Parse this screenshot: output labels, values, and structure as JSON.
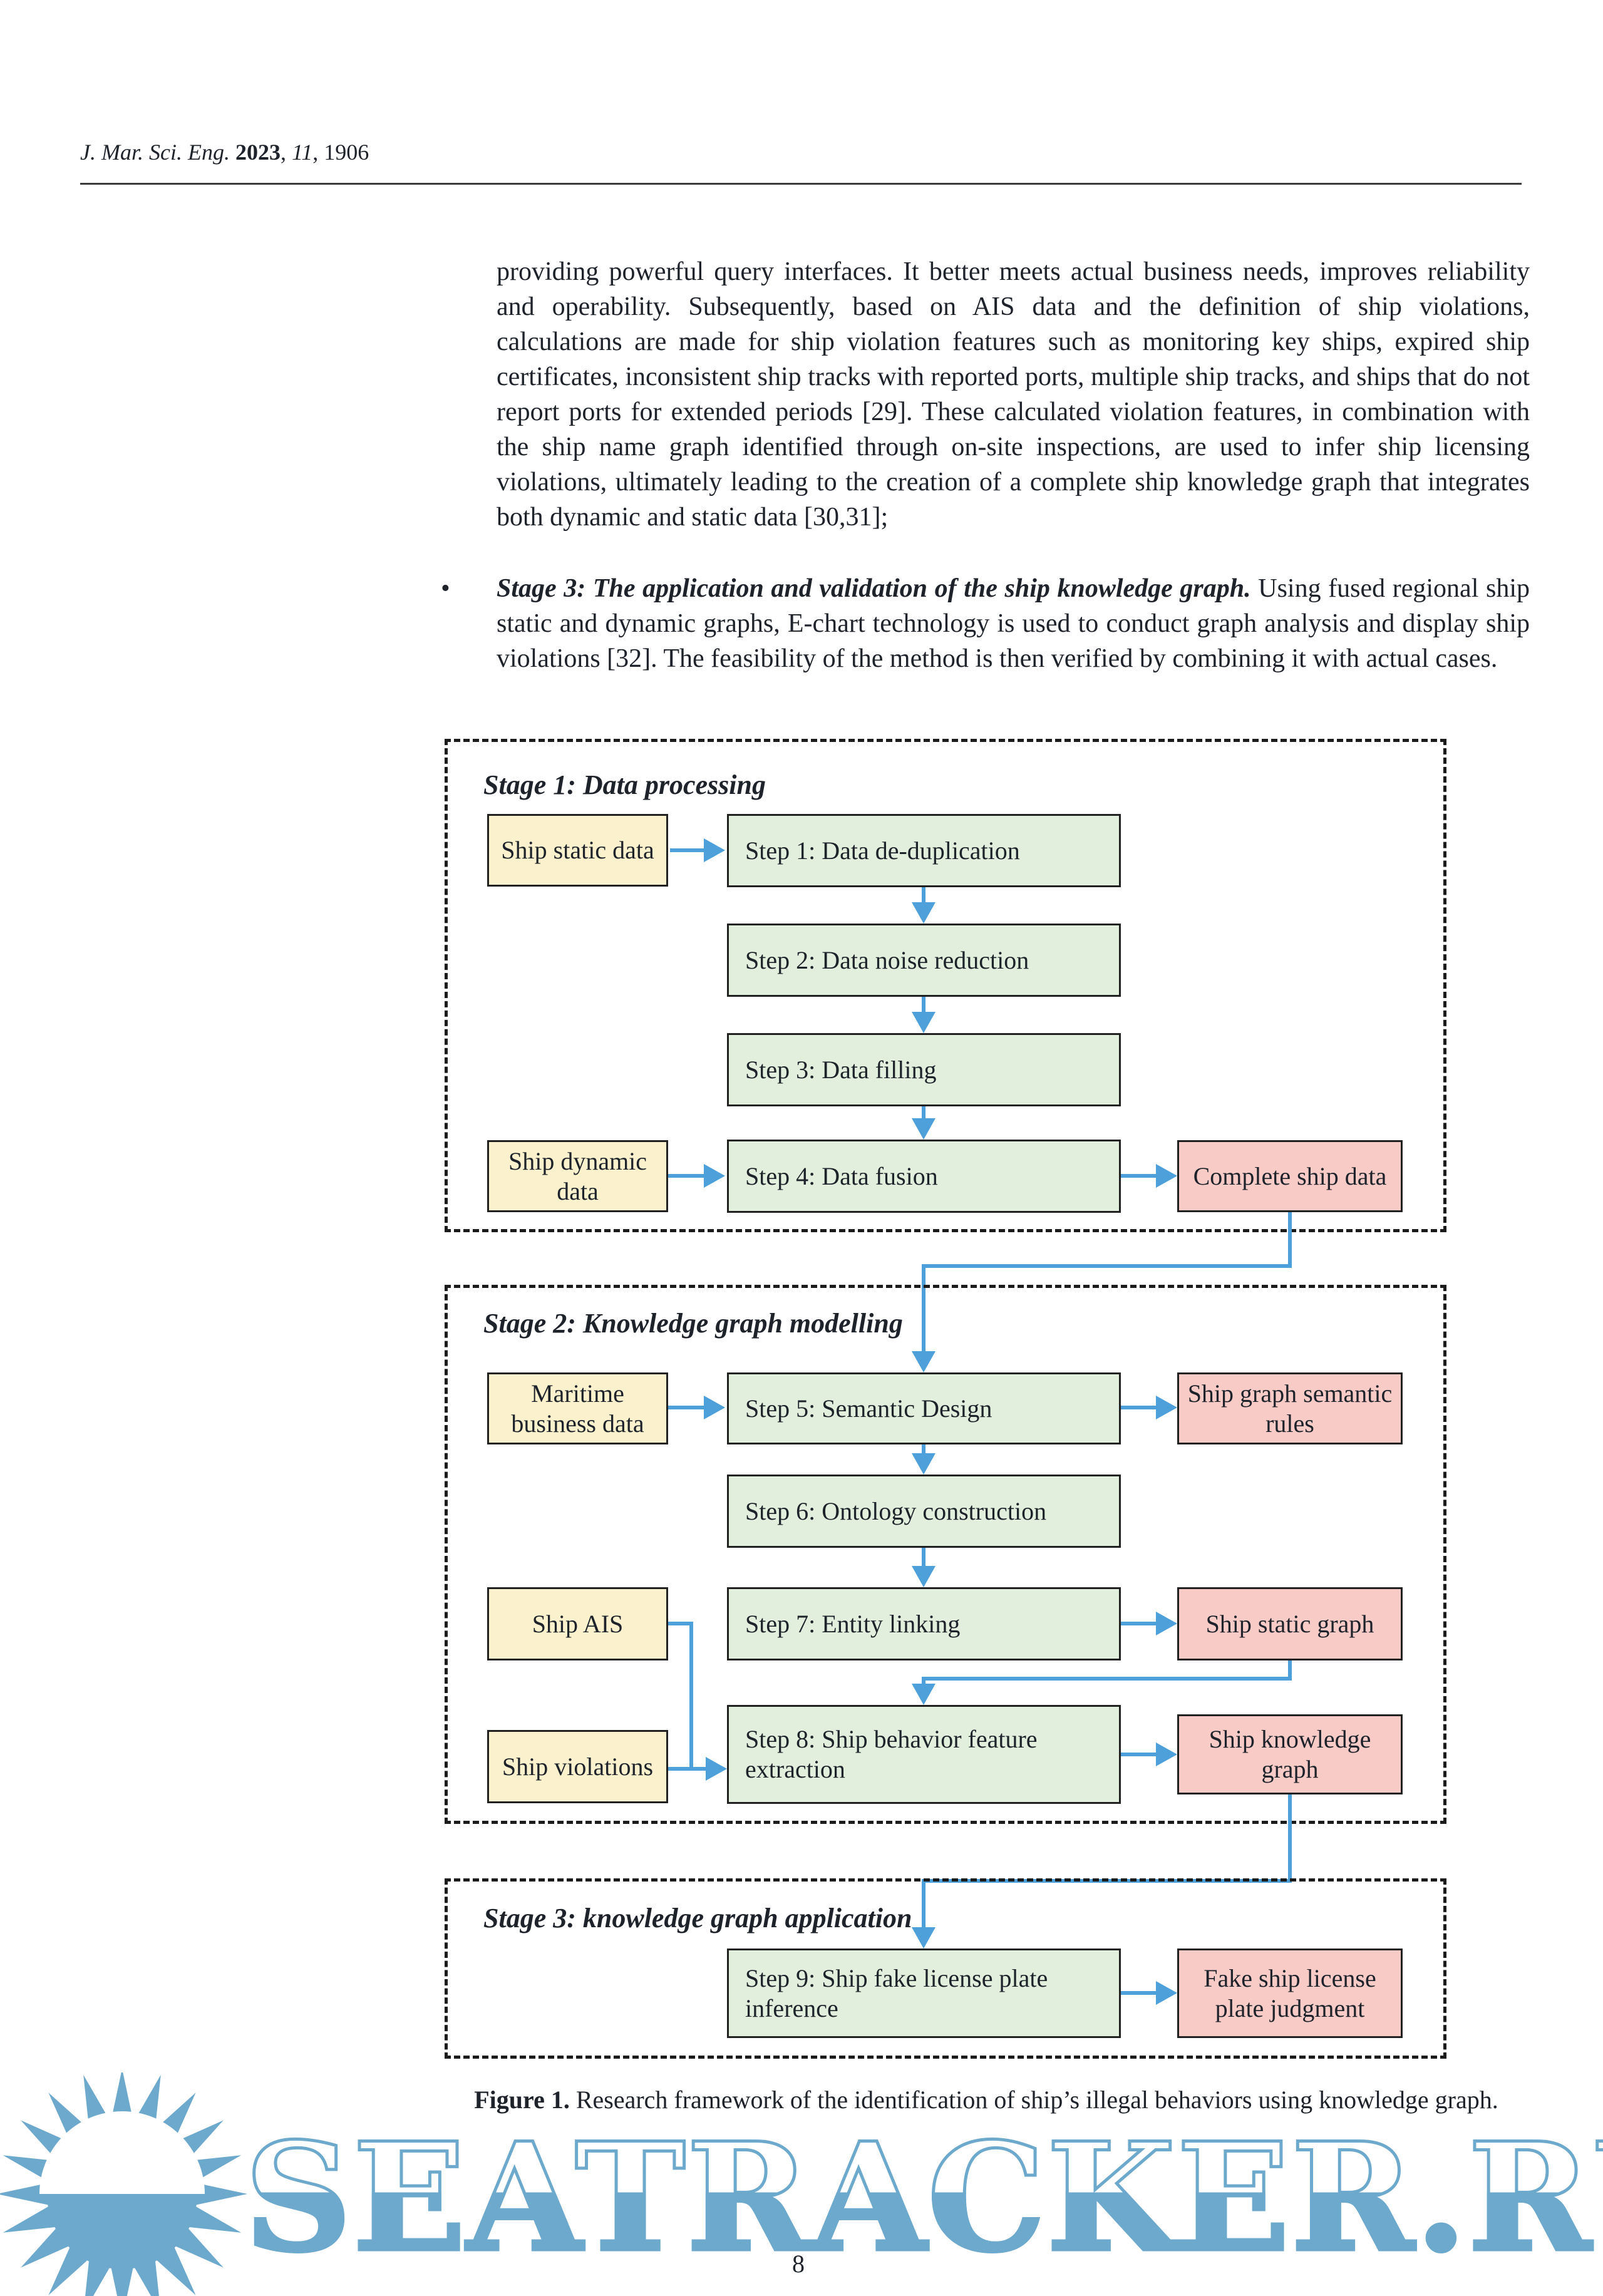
{
  "header": {
    "journal_italic": "J. Mar. Sci. Eng.",
    "year_bold": "2023",
    "sep1": ", ",
    "volume_italic": "11",
    "rest": ", 1906"
  },
  "body": {
    "paragraph": "providing powerful query interfaces. It better meets actual business needs, improves reliability and operability. Subsequently, based on AIS data and the definition of ship violations, calculations are made for ship violation features such as monitoring key ships, expired ship certificates, inconsistent ship tracks with reported ports, multiple ship tracks, and ships that do not report ports for extended periods [29]. These calculated violation features, in combination with the ship name graph identified through on-site inspections, are used to infer ship licensing violations, ultimately leading to the creation of a complete ship knowledge graph that integrates both dynamic and static data [30,31];",
    "bullet_symbol": "•",
    "bullet_lead": "Stage 3: The application and validation of the ship knowledge graph.",
    "bullet_rest": "Using fused regional ship static and dynamic graphs, E-chart technology is used to conduct graph analysis and display ship violations [32]. The feasibility of the method is then verified by combining it with actual cases."
  },
  "figure": {
    "stage1_title": "Stage 1: Data processing",
    "ship_static_data": "Ship static data",
    "step1": "Step 1: Data de-duplication",
    "step2": "Step 2: Data noise reduction",
    "step3": "Step 3: Data filling",
    "step4": "Step 4: Data fusion",
    "ship_dynamic_data": "Ship dynamic data",
    "complete_ship_data": "Complete ship data",
    "stage2_title": "Stage 2: Knowledge graph modelling",
    "maritime_business_data": "Maritime business data",
    "step5": "Step 5: Semantic Design",
    "ship_graph_semantic_rules": "Ship graph semantic rules",
    "step6": "Step 6: Ontology construction",
    "ship_ais": "Ship AIS",
    "step7": "Step 7: Entity linking",
    "ship_static_graph": "Ship static graph",
    "ship_violations": "Ship violations",
    "step8": "Step 8: Ship behavior feature extraction",
    "ship_knowledge_graph": "Ship knowledge graph",
    "stage3_title": "Stage 3: knowledge graph application",
    "step9": "Step 9: Ship fake license plate inference",
    "fake_ship_license_plate_judgment": "Fake ship license plate judgment",
    "caption_label": "Figure 1.",
    "caption_text": "Research framework of the identification of ship’s illegal behaviors using knowledge graph."
  },
  "footer": {
    "page_number": "8"
  },
  "watermark": {
    "text": "SEATRACKER.RU"
  },
  "colors": {
    "accent-blue": "#4DA0D9",
    "box-yellow": "#FBF1CC",
    "box-green": "#E2EFDC",
    "box-pink": "#F9CBC6",
    "box-border": "#212121",
    "dash-color": "#1b1b1b",
    "watermark-blue": "#6CA9CD"
  }
}
